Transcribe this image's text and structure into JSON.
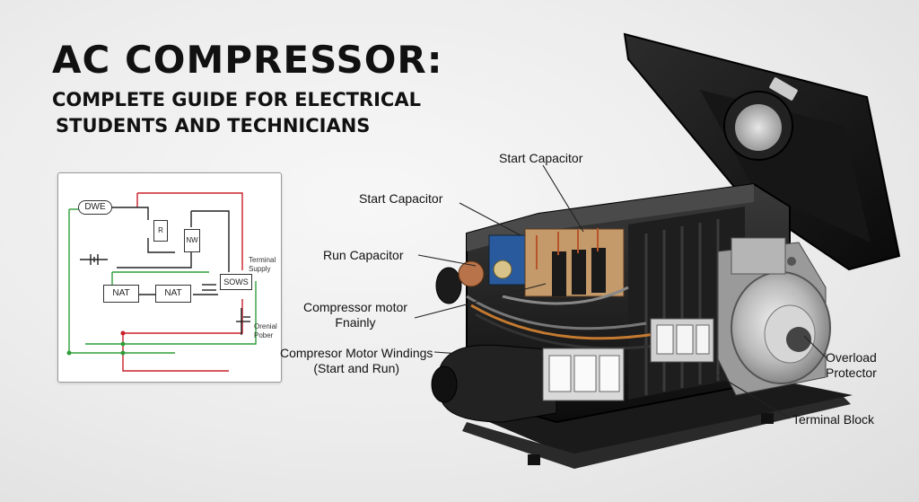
{
  "header": {
    "title": "AC COMPRESSOR:",
    "subtitle_line1": "COMPLETE GUIDE FOR ELECTRICAL",
    "subtitle_line2": "STUDENTS AND TECHNICIANS"
  },
  "schematic": {
    "components": {
      "dwe": "DWE",
      "r1": "R",
      "r2": "NW",
      "nat1": "NAT",
      "nat2": "NAT",
      "sows": "SOWS"
    },
    "labels": {
      "terminal_supply_1": "Terminal",
      "terminal_supply_2": "Supply",
      "orenial_pober_1": "Orenial",
      "orenial_pober_2": "Pober"
    },
    "wire_colors": {
      "green": "#2f9e3a",
      "red": "#c9202a",
      "black": "#222222"
    }
  },
  "callouts": {
    "start_capacitor_top": "Start Capacitor",
    "start_capacitor": "Start Capacitor",
    "run_capacitor": "Run Capacitor",
    "compressor_motor_1": "Compressor motor",
    "compressor_motor_2": "Fnainly",
    "windings_1": "Compresor Motor Windings",
    "windings_2": "(Start and Run)",
    "overload_1": "Overload",
    "overload_2": "Protector",
    "terminal_block": "Terminal Block"
  }
}
